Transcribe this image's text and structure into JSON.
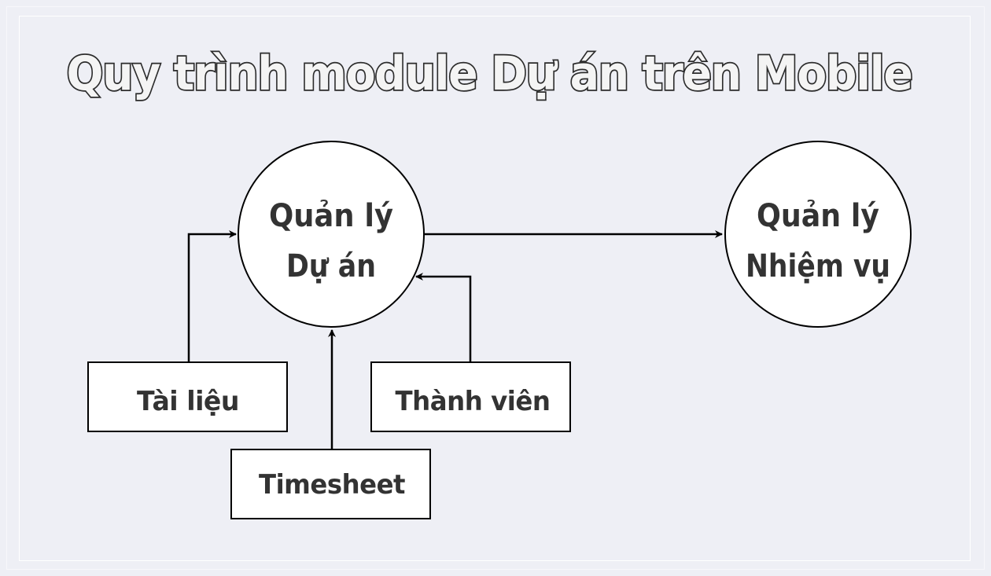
{
  "title": "Quy trình module Dự án trên Mobile",
  "nodes": {
    "project": {
      "line1": "Quản lý",
      "line2": "Dự án"
    },
    "task": {
      "line1": "Quản lý",
      "line2": "Nhiệm vụ"
    }
  },
  "boxes": {
    "documents": "Tài liệu",
    "timesheet": "Timesheet",
    "members": "Thành viên"
  },
  "colors": {
    "background": "#eeeff5",
    "text": "#333333",
    "stroke": "#000000",
    "fill": "#ffffff"
  }
}
